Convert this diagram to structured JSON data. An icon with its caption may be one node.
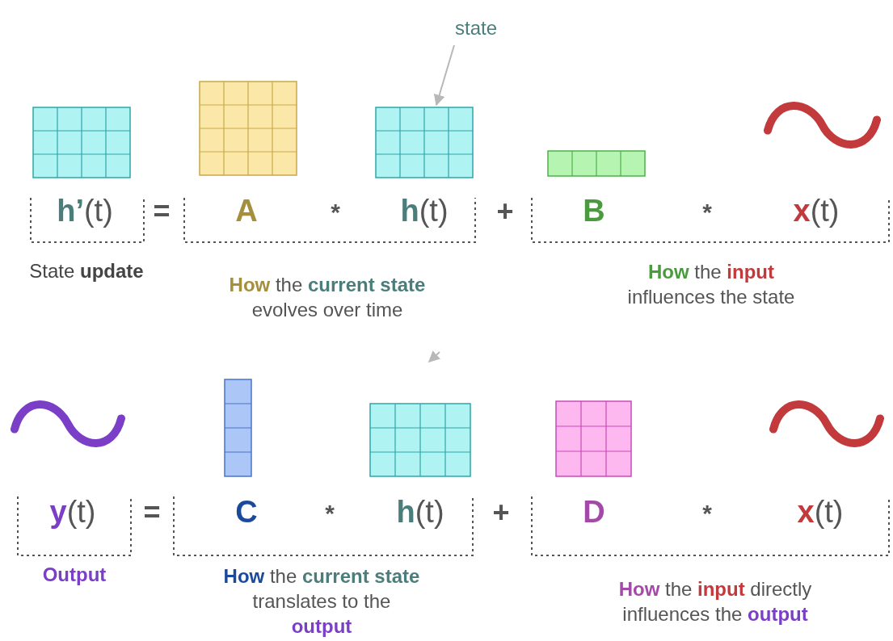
{
  "diagram": {
    "nodes": [
      {
        "text": [
          "state"
        ]
      },
      {
        "text": [],
        "shape": "picture"
      }
    ],
    "edges": [
      {
        "from": 0,
        "to": 1,
        "arrow": "to"
      }
    ],
    "labels": [
      "**h’**(t)",
      "=",
      "A",
      "*",
      "**h**(t)",
      "+",
      "B",
      "*",
      "**x**(t)",
      "State **update**",
      "**How** the **current state** evolves over time",
      "**How** the **input** influences the state",
      "**y**(t)",
      "=",
      "C",
      "*",
      "**h**(t)",
      "+",
      "D",
      "*",
      "**x**(t)",
      "Output",
      "**How** the **current state** translates to the **output**",
      "**How** the **input** directly influences the **output**"
    ]
  }
}
